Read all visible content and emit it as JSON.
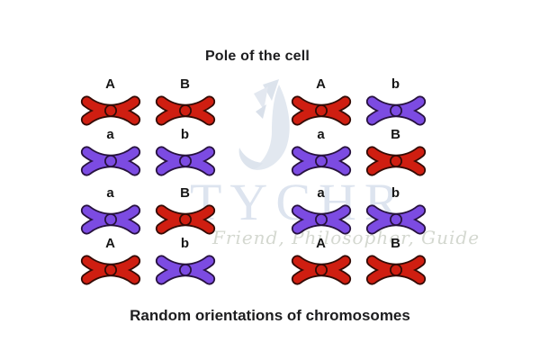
{
  "title": "Pole of the cell",
  "caption": "Random orientations of chromosomes",
  "watermark": {
    "brand": "TYCHR",
    "tagline": "Friend, Philosopher, Guide",
    "logo_icon": "tychr-bird-logo-watermark"
  },
  "colors": {
    "chromosome_red": "#cf1e11",
    "chromosome_red_outline": "#330b05",
    "chromosome_purple": "#7c4be2",
    "chromosome_purple_outline": "#27123f",
    "watermark_blue": "#dde4ef",
    "watermark_tagline": "#d4d8d0",
    "text_dark": "#1d1d1f"
  },
  "groups": [
    {
      "id": "top-left",
      "cells": [
        {
          "label": "A",
          "color": "red"
        },
        {
          "label": "B",
          "color": "red"
        },
        {
          "label": "a",
          "color": "purple"
        },
        {
          "label": "b",
          "color": "purple"
        }
      ]
    },
    {
      "id": "top-right",
      "cells": [
        {
          "label": "A",
          "color": "red"
        },
        {
          "label": "b",
          "color": "purple"
        },
        {
          "label": "a",
          "color": "purple"
        },
        {
          "label": "B",
          "color": "red"
        }
      ]
    },
    {
      "id": "bottom-left",
      "cells": [
        {
          "label": "a",
          "color": "purple"
        },
        {
          "label": "B",
          "color": "red"
        },
        {
          "label": "A",
          "color": "red"
        },
        {
          "label": "b",
          "color": "purple"
        }
      ]
    },
    {
      "id": "bottom-right",
      "cells": [
        {
          "label": "a",
          "color": "purple"
        },
        {
          "label": "b",
          "color": "purple"
        },
        {
          "label": "A",
          "color": "red"
        },
        {
          "label": "B",
          "color": "red"
        }
      ]
    }
  ]
}
